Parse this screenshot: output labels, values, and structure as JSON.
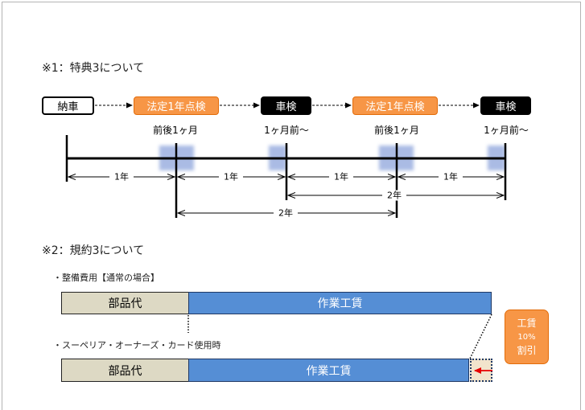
{
  "section1": {
    "heading": "※1：特典3について",
    "timeline": {
      "events": [
        {
          "label": "納車",
          "fill": "#ffffff",
          "text": "#000000",
          "border": "#000000"
        },
        {
          "label": "法定1年点検",
          "fill": "#f79646",
          "text": "#ffffff",
          "border": "#e36c09"
        },
        {
          "label": "車検",
          "fill": "#000000",
          "text": "#ffffff",
          "border": "#000000"
        },
        {
          "label": "法定1年点検",
          "fill": "#f79646",
          "text": "#ffffff",
          "border": "#e36c09"
        },
        {
          "label": "車検",
          "fill": "#000000",
          "text": "#ffffff",
          "border": "#000000"
        }
      ],
      "windows": [
        "前後1ヶ月",
        "1ヶ月前〜",
        "前後1ヶ月",
        "1ヶ月前〜"
      ],
      "year_spans": [
        "1年",
        "1年",
        "1年",
        "1年"
      ],
      "two_year_spans": [
        "2年",
        "2年"
      ]
    }
  },
  "section2": {
    "heading": "※2：規約3について",
    "normal": {
      "caption": "・整備費用【通常の場合】",
      "parts": "部品代",
      "labor": "作業工賃"
    },
    "card": {
      "caption": "・スーペリア・オーナーズ・カード使用時",
      "parts": "部品代",
      "labor": "作業工賃"
    },
    "callout": {
      "line1": "工賃",
      "line2": "10%",
      "line3": "割引"
    }
  },
  "colors": {
    "parts_fill": "#ddd9c4",
    "labor_fill": "#558ed5",
    "labor_text": "#ffffff",
    "window_shade": "#8ea5db",
    "discount_fill": "#f2e4cc",
    "callout_fill": "#f79646",
    "arrow_red": "#e60000"
  }
}
